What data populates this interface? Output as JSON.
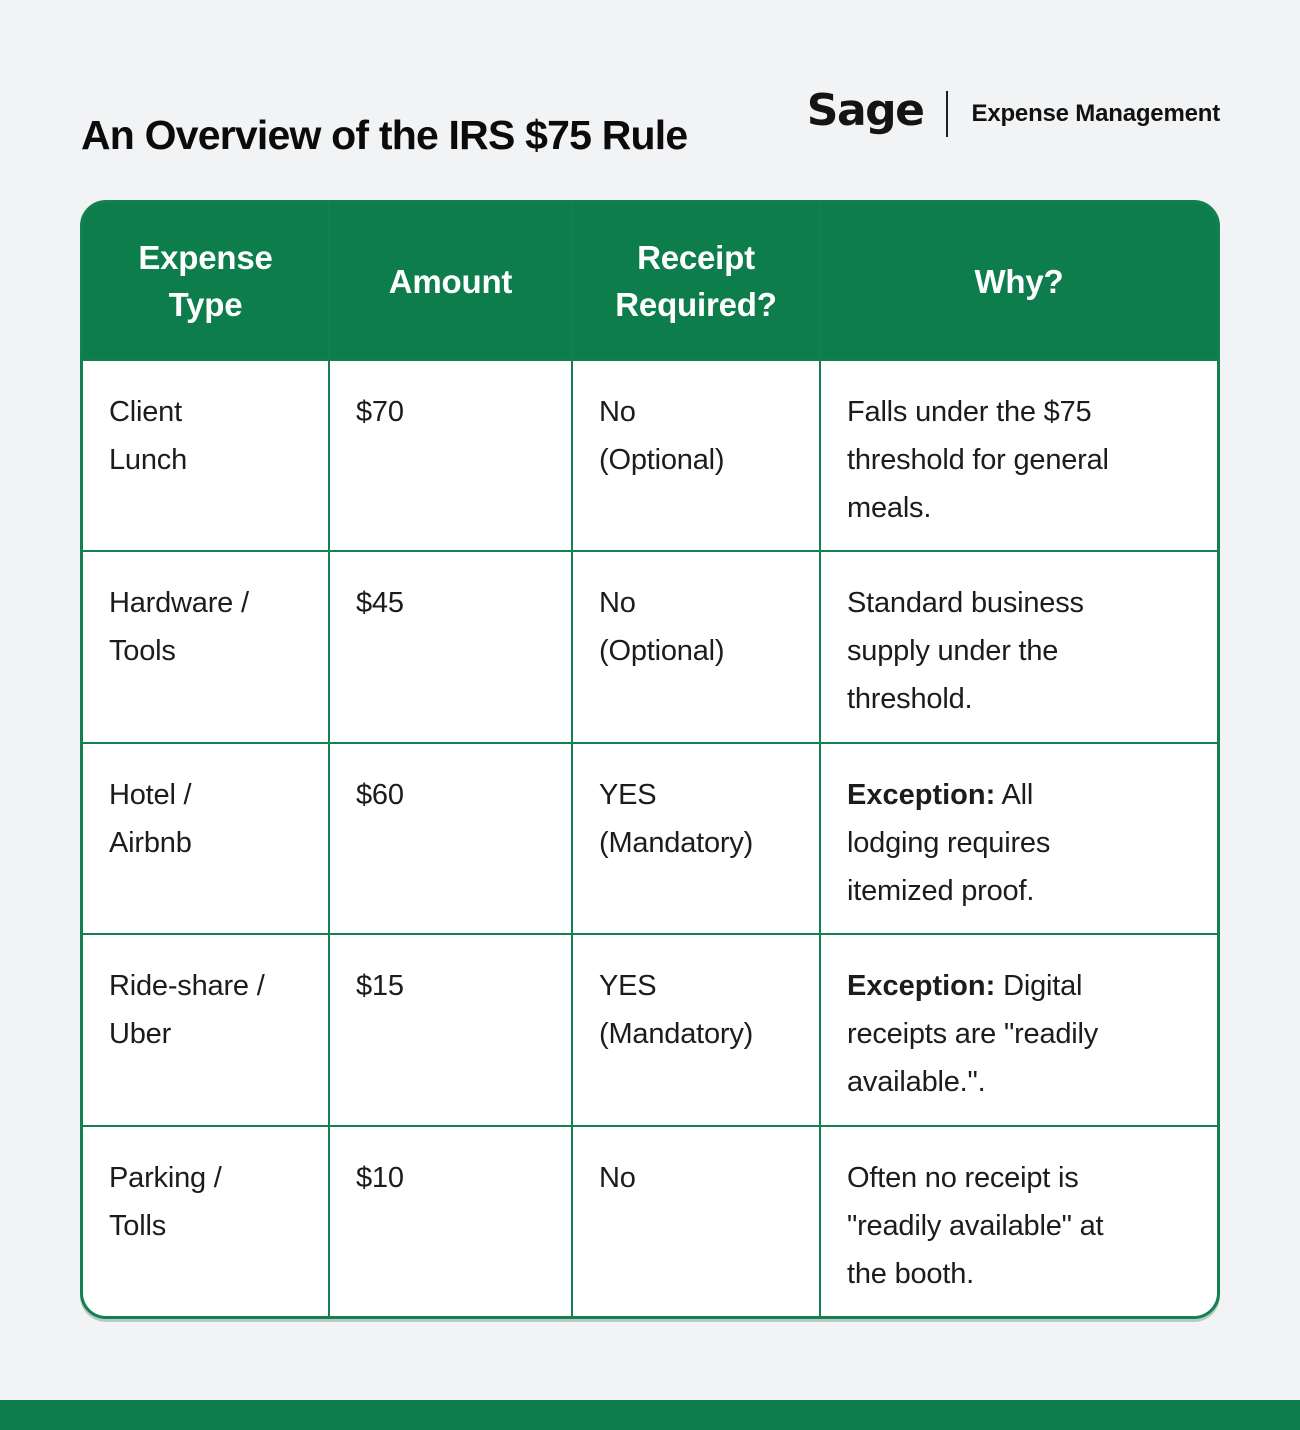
{
  "page": {
    "title": "An Overview of the IRS $75 Rule"
  },
  "brand": {
    "logo_text": "Sage",
    "product": "Expense Management"
  },
  "colors": {
    "header_green": "#0E7D4C",
    "border_green": "#15804F",
    "footer_green": "#0E7D4C",
    "page_background": "#F2F3F5",
    "cell_background": "#FFFFFF",
    "text": "#1C1C1C"
  },
  "chart_data": {
    "type": "table",
    "title": "An Overview of the IRS $75 Rule",
    "columns": [
      "Expense Type",
      "Amount",
      "Receipt Required?",
      "Why?"
    ],
    "rows": [
      [
        "Client Lunch",
        "$70",
        "No (Optional)",
        "Falls under the $75 threshold for general meals."
      ],
      [
        "Hardware / Tools",
        "$45",
        "No (Optional)",
        "Standard business supply under the threshold."
      ],
      [
        "Hotel / Airbnb",
        "$60",
        "YES (Mandatory)",
        "Exception: All lodging requires itemized proof."
      ],
      [
        "Ride-share / Uber",
        "$15",
        "YES (Mandatory)",
        "Exception: Digital receipts are \"readily available.\"."
      ],
      [
        "Parking / Tolls",
        "$10",
        "No",
        "Often no receipt is \"readily available\" at the booth."
      ]
    ]
  },
  "table": {
    "headers": {
      "expense_type": "Expense\nType",
      "amount": "Amount",
      "receipt": "Receipt\nRequired?",
      "why": "Why?"
    },
    "rows": [
      {
        "expense_type": "Client\nLunch",
        "amount": "$70",
        "receipt": "No\n(Optional)",
        "why_bold": "",
        "why_text": "Falls under the $75\nthreshold for general\nmeals."
      },
      {
        "expense_type": "Hardware /\nTools",
        "amount": "$45",
        "receipt": "No\n(Optional)",
        "why_bold": "",
        "why_text": "Standard business\nsupply under the\nthreshold."
      },
      {
        "expense_type": "Hotel /\nAirbnb",
        "amount": "$60",
        "receipt": "YES\n(Mandatory)",
        "why_bold": "Exception:",
        "why_text": " All\nlodging requires\nitemized proof."
      },
      {
        "expense_type": "Ride-share /\nUber",
        "amount": "$15",
        "receipt": "YES\n(Mandatory)",
        "why_bold": "Exception:",
        "why_text": " Digital\nreceipts are \"readily\navailable.\"."
      },
      {
        "expense_type": "Parking /\nTolls",
        "amount": "$10",
        "receipt": "No",
        "why_bold": "",
        "why_text": "Often no receipt is\n\"readily available\" at\nthe booth."
      }
    ]
  }
}
